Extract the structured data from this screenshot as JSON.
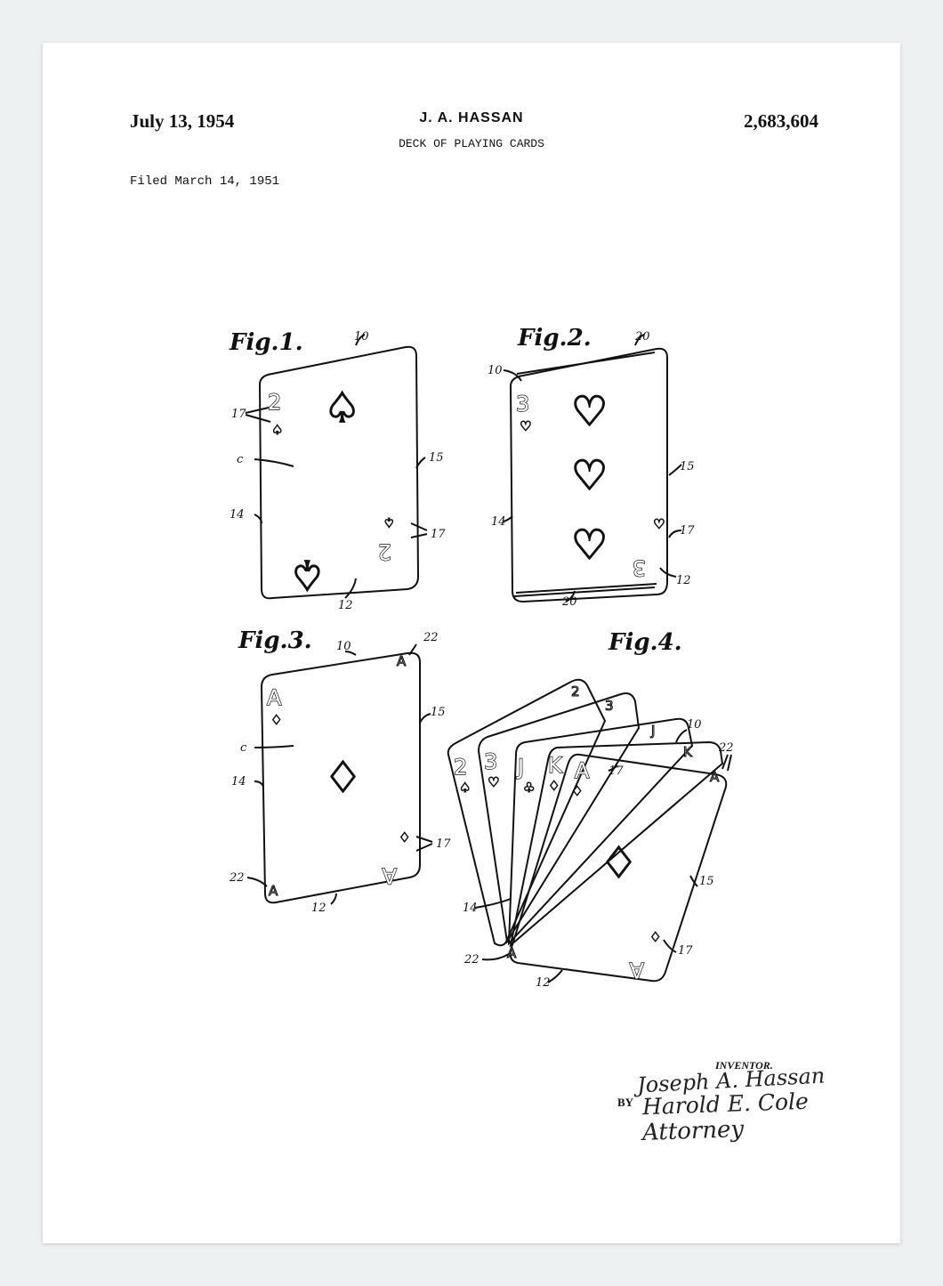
{
  "header": {
    "date": "July 13, 1954",
    "inventor": "J. A. HASSAN",
    "title": "DECK OF PLAYING CARDS",
    "patent_number": "2,683,604",
    "filed": "Filed March 14, 1951"
  },
  "figures": {
    "fig1": {
      "label": "Fig.1.",
      "rank": "2",
      "suit": "♤",
      "refs": {
        "r10": "10",
        "r17a": "17",
        "r17b": "17",
        "rc": "c",
        "r15": "15",
        "r14": "14",
        "r12": "12"
      }
    },
    "fig2": {
      "label": "Fig.2.",
      "rank": "3",
      "suit": "♡",
      "refs": {
        "r20a": "20",
        "r10": "10",
        "r15": "15",
        "r14": "14",
        "r17": "17",
        "r12": "12",
        "r20b": "20"
      }
    },
    "fig3": {
      "label": "Fig.3.",
      "rank": "A",
      "suit": "♢",
      "refs": {
        "r10": "10",
        "r22a": "22",
        "r15": "15",
        "rc": "c",
        "r14": "14",
        "r17": "17",
        "r22b": "22",
        "r12": "12"
      }
    },
    "fig4": {
      "label": "Fig.4.",
      "cards": [
        {
          "rank": "2",
          "suit": "♤"
        },
        {
          "rank": "3",
          "suit": "♡"
        },
        {
          "rank": "J",
          "suit": "♧"
        },
        {
          "rank": "K",
          "suit": "♢"
        },
        {
          "rank": "A",
          "suit": "♢"
        }
      ],
      "refs": {
        "r10": "10",
        "r22a": "22",
        "r17a": "17",
        "r15": "15",
        "r14": "14",
        "r17b": "17",
        "r22b": "22",
        "r12": "12"
      }
    }
  },
  "signature": {
    "role": "INVENTOR.",
    "inventor_sig": "Joseph A. Hassan",
    "by": "BY",
    "attorney_sig": "Harold E. Cole",
    "attorney_word": "Attorney"
  }
}
